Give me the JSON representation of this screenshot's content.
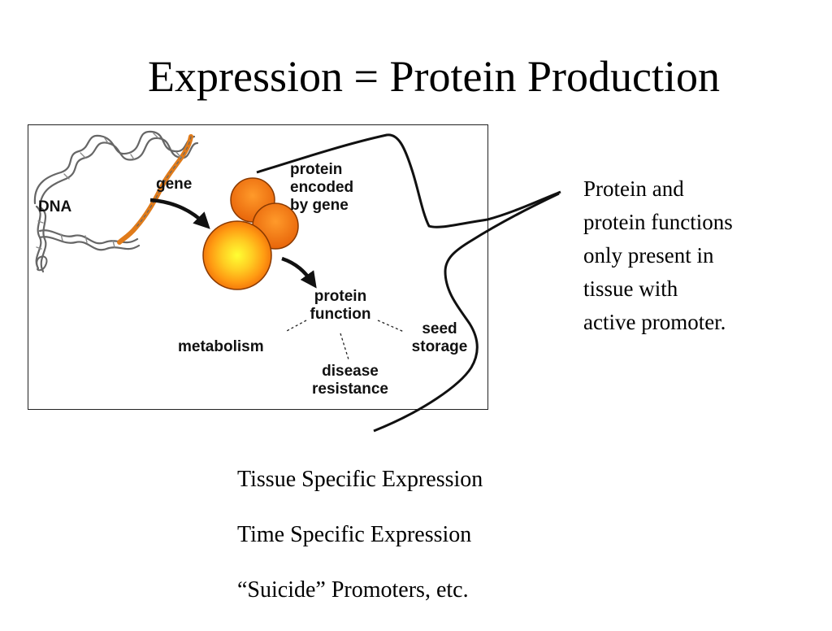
{
  "title": "Expression = Protein Production",
  "diagram": {
    "dna_label": "DNA",
    "gene_label": "gene",
    "protein_label": [
      "protein",
      "encoded",
      "by gene"
    ],
    "function_label": [
      "protein",
      "function"
    ],
    "metabolism_label": "metabolism",
    "seed_label": [
      "seed",
      "storage"
    ],
    "disease_label": [
      "disease",
      "resistance"
    ],
    "colors": {
      "gene_highlight": "#e07b1a",
      "protein_outer": "#ef6f0c",
      "protein_center": "#ffee33"
    }
  },
  "side_note": [
    "Protein and",
    "protein functions",
    "only present in",
    "tissue with",
    "active promoter."
  ],
  "bullets": [
    "Tissue Specific Expression",
    "Time Specific Expression",
    "“Suicide” Promoters, etc."
  ]
}
